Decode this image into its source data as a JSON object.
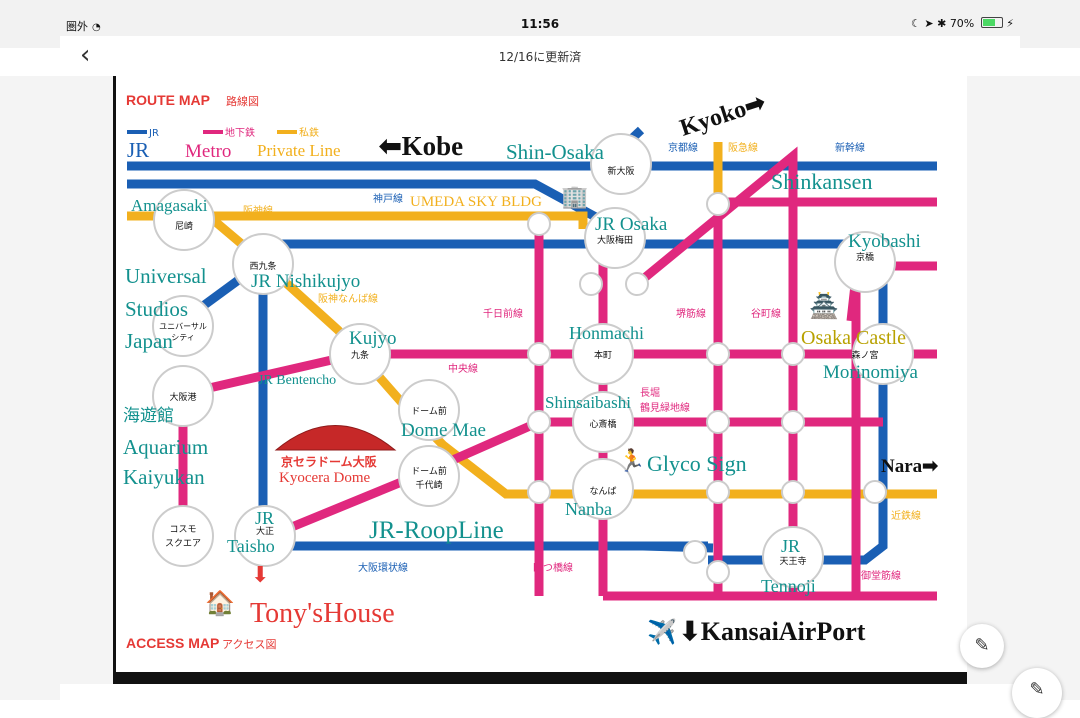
{
  "status_bar": {
    "carrier": "圏外",
    "wifi_icon": "wifi-icon",
    "time": "11:56",
    "battery_percent": "70%",
    "battery_level": 0.7
  },
  "nav": {
    "back_icon": "chevron-left-icon",
    "title": "12/16に更新済"
  },
  "map": {
    "header": "ROUTE MAP",
    "header_jp": "路線図",
    "legend": [
      {
        "label": "JR",
        "caption": "JR",
        "color": "#1a5fb4"
      },
      {
        "label": "地下鉄",
        "caption": "Metro",
        "color": "#e0287e"
      },
      {
        "label": "私鉄",
        "caption": "Private Line",
        "color": "#f2b01e"
      }
    ],
    "colors": {
      "jr": "#1a5fb4",
      "metro": "#e0287e",
      "private": "#f2b01e",
      "teal": "#13918e",
      "red": "#e53935",
      "olive": "#b8a100"
    },
    "stations": [
      {
        "jp": "新大阪",
        "en": "Shin-Osaka"
      },
      {
        "jp": "尼崎",
        "en": "Amagasaki"
      },
      {
        "jp": "大阪梅田",
        "en": "JR Osaka"
      },
      {
        "jp": "京橋",
        "en": "Kyobashi"
      },
      {
        "jp": "西九条",
        "en": "JR Nishikujyo"
      },
      {
        "jp": "ユニバーサル",
        "jp2": "シティ",
        "en": "Universal",
        "en2": "Studios",
        "en3": "Japan"
      },
      {
        "jp": "九条",
        "en": "Kujyo"
      },
      {
        "jp": "本町",
        "en": "Honmachi"
      },
      {
        "jp": "森ノ宮",
        "en": "Morinomiya"
      },
      {
        "jp": "大阪港",
        "en": "Aquarium",
        "en_jp": "海遊館",
        "en2": "Kaiyukan"
      },
      {
        "jp": "ドーム前",
        "en": "Dome Mae"
      },
      {
        "jp": "心斎橋",
        "en": "Shinsaibashi"
      },
      {
        "jp": "ドーム前",
        "jp2": "千代崎"
      },
      {
        "jp": "なんば",
        "en": "Nanba"
      },
      {
        "jp": "コスモ",
        "jp2": "スクエア"
      },
      {
        "jp": "大正",
        "en": "JR",
        "en2": "Taisho"
      },
      {
        "jp": "天王寺",
        "en": "JR",
        "en2": "Tennoji"
      }
    ],
    "line_labels": {
      "kyoto": "京都線",
      "hankyu": "阪急線",
      "shinkansen_jp": "新幹線",
      "kobe_line": "神戸線",
      "hanshin": "阪神線",
      "hanshin_namba": "阪神なんば線",
      "sennichimae": "千日前線",
      "sakaisuji": "堺筋線",
      "tanimachi": "谷町線",
      "chuo": "中央線",
      "nagahori": "長堀",
      "tsurumi": "鶴見緑地線",
      "osaka_loop": "大阪環状線",
      "yotsubashi": "四つ橋線",
      "kintetsu": "近鉄線",
      "midosuji": "御堂筋線"
    },
    "annotations": {
      "kobe": "⬅Kobe",
      "kyoto": "Kyoko➡",
      "shinkansen": "Shinkansen",
      "umeda_sky": "UMEDA SKY BLDG",
      "osaka_castle": "Osaka Castle",
      "jr_bentencho": "JR Bentencho",
      "kyocera_jp": "京セラドーム大阪",
      "kyocera_en": "Kyocera Dome",
      "glyco": "Glyco Sign",
      "nara": "Nara➡",
      "roopline": "JR-RoopLine",
      "tonys_house": "Tony'sHouse",
      "kansai": "⬇KansaiAirPort",
      "house_icon": "🏠",
      "plane_icon": "✈️",
      "castle_icon": "🏯",
      "building_icon": "🏢",
      "glyco_icon": "🏃",
      "arrow_down": "⬇"
    },
    "access_map": "ACCESS MAP",
    "access_map_jp": "アクセス図"
  },
  "fab": {
    "edit_icon": "pencil-icon"
  }
}
